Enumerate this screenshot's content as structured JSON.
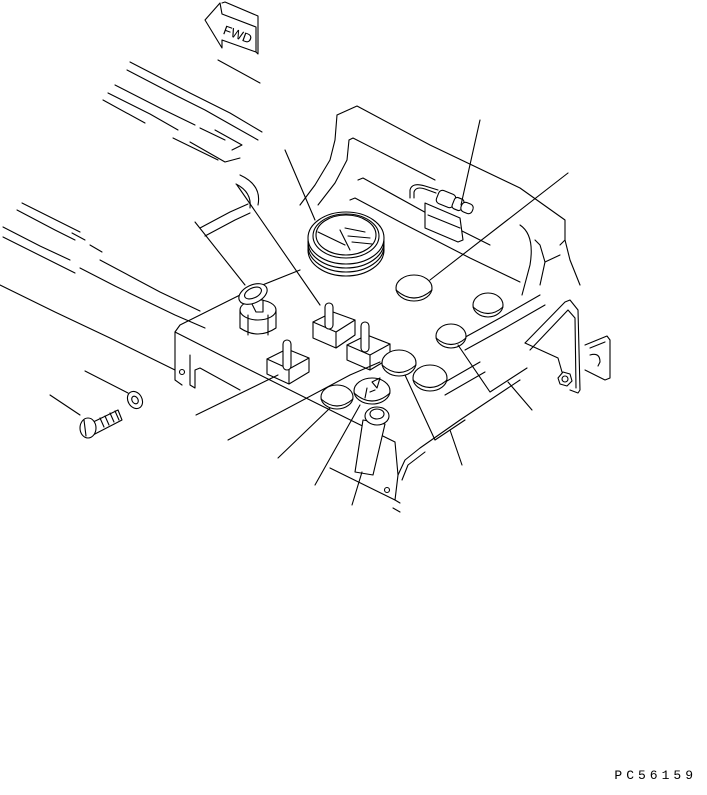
{
  "diagram": {
    "type": "exploded parts illustration",
    "subject": "operator control panel / console with switches and gauge",
    "direction_indicator": {
      "label": "FWD",
      "icon": "forward-arrow-icon"
    },
    "drawing_id": "PC56159",
    "components": [
      {
        "name": "round gauge / hour meter"
      },
      {
        "name": "connector plug"
      },
      {
        "name": "key switch"
      },
      {
        "name": "toggle switch (x3)"
      },
      {
        "name": "round indicator lamp / blank cap (x7)"
      },
      {
        "name": "push button with label tag"
      },
      {
        "name": "bolt"
      },
      {
        "name": "washer"
      },
      {
        "name": "mounting bracket with nut"
      }
    ],
    "leader_lines": 14
  },
  "colors": {
    "line": "#000000",
    "background": "#ffffff"
  }
}
